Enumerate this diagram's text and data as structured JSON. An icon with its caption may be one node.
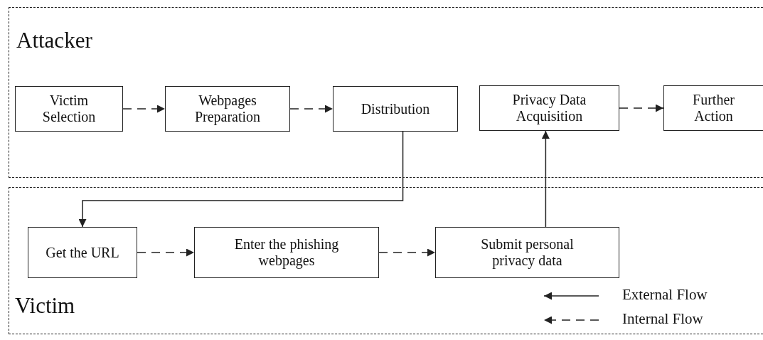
{
  "diagram": {
    "nodes": [
      {
        "text": [
          "Attacker"
        ]
      },
      {
        "text": [
          "Victim Selection"
        ],
        "in": 0
      },
      {
        "text": [
          "Webpages Preparation"
        ],
        "in": 0
      },
      {
        "text": [
          "Distribution"
        ],
        "in": 0
      },
      {
        "text": [
          "Privacy Data Acquisition"
        ],
        "in": 0
      },
      {
        "text": [
          "Further Action"
        ],
        "in": 0
      },
      {
        "text": [
          "Victim"
        ]
      },
      {
        "text": [
          "Get the URL"
        ],
        "in": 6
      },
      {
        "text": [
          "Enter the phishing webpages"
        ],
        "in": 6
      },
      {
        "text": [
          "Submit personal privacy data"
        ],
        "in": 6
      }
    ],
    "edges": [
      {
        "from": 1,
        "to": 2,
        "arrow": "to",
        "style": "dashed"
      },
      {
        "from": 2,
        "to": 3,
        "arrow": "to",
        "style": "dashed"
      },
      {
        "from": 4,
        "to": 5,
        "arrow": "to",
        "style": "dashed"
      },
      {
        "from": 3,
        "to": 7,
        "arrow": "to"
      },
      {
        "from": 7,
        "to": 8,
        "arrow": "to",
        "style": "dashed"
      },
      {
        "from": 8,
        "to": 9,
        "arrow": "to",
        "style": "dashed"
      },
      {
        "from": 9,
        "to": 4,
        "arrow": "to"
      }
    ],
    "legend": [
      {
        "text": "External Flow"
      },
      {
        "text": "Internal Flow"
      }
    ]
  }
}
